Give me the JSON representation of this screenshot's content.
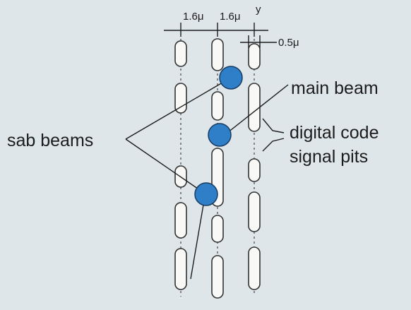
{
  "colors": {
    "background": "#dfe6e9",
    "beam_fill": "#2f7fc8",
    "pit_fill": "#f8f9f7",
    "line": "#1c1c1c"
  },
  "dimensions": {
    "track_pitch_left": "1.6μ",
    "track_pitch_right": "1.6μ",
    "pit_width": "0.5μ"
  },
  "labels": {
    "sub_beams": "sab beams",
    "main_beam": "main beam",
    "pits_line1": "digital code",
    "pits_line2": "signal pits"
  },
  "legend_header_fragment": "y"
}
